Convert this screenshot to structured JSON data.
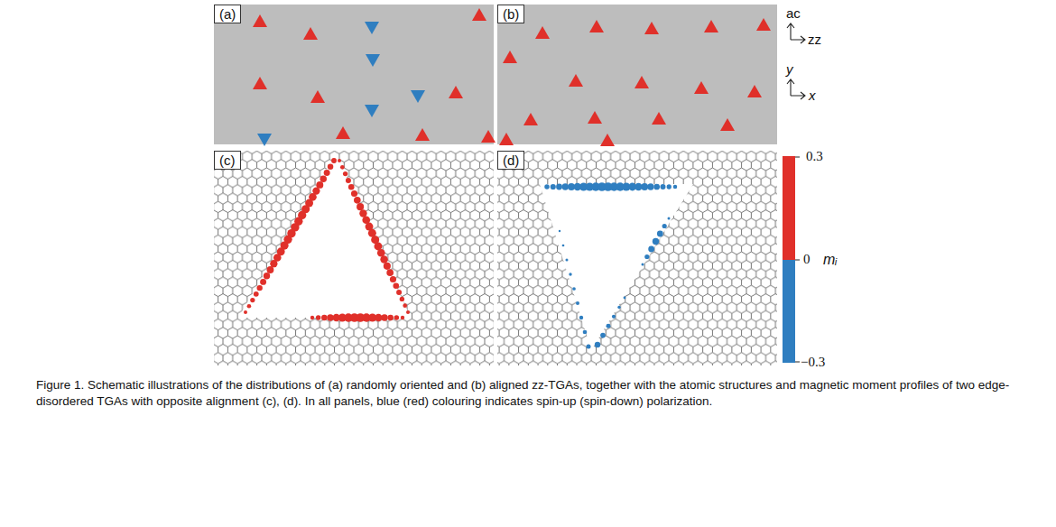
{
  "diagram": {
    "caption": "Figure 1. Schematic illustrations of the distributions of (a) randomly oriented and (b) aligned zz-TGAs, together with the atomic structures and magnetic moment profiles of two edge-disordered TGAs with opposite alignment (c), (d). In all panels, blue (red) colouring indicates spin-up (spin-down) polarization.",
    "nodes": [
      {
        "text": [
          "(a)"
        ]
      },
      {
        "text": [
          "(b)"
        ]
      },
      {
        "text": [
          "(c)"
        ]
      },
      {
        "text": [
          "(d)"
        ]
      }
    ],
    "labels": [
      "ac",
      "zz",
      "y",
      "x",
      "0.3",
      "0",
      "mᵢ",
      "−0.3"
    ]
  }
}
